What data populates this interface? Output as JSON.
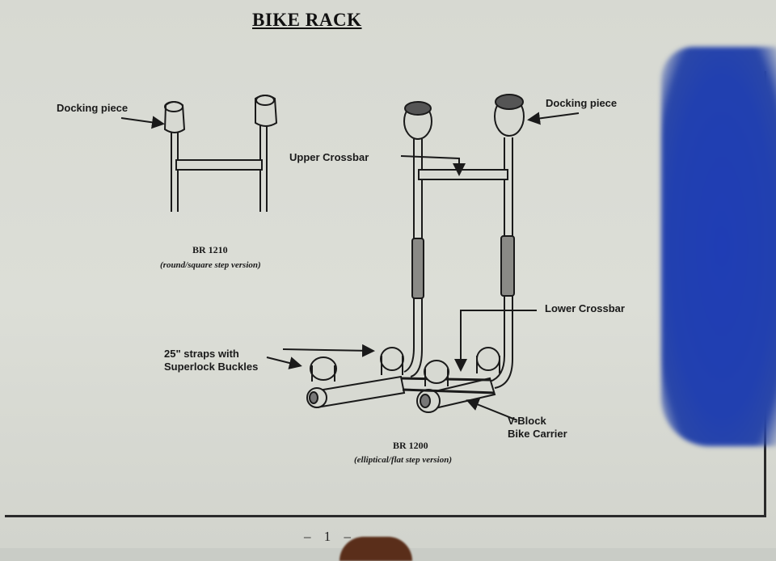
{
  "document": {
    "title": "BIKE RACK",
    "page_number": "– 1 –"
  },
  "figure_left": {
    "model": "BR 1210",
    "subtitle": "(round/square step version)",
    "labels": {
      "docking_piece": "Docking piece"
    }
  },
  "figure_right": {
    "model": "BR 1200",
    "subtitle": "(elliptical/flat step version)",
    "labels": {
      "docking_piece": "Docking piece",
      "upper_crossbar": "Upper Crossbar",
      "lower_crossbar": "Lower Crossbar",
      "straps_line1": "25\" straps with",
      "straps_line2": "Superlock Buckles",
      "vblock_line1": "V-Block",
      "vblock_line2": "Bike Carrier"
    }
  }
}
